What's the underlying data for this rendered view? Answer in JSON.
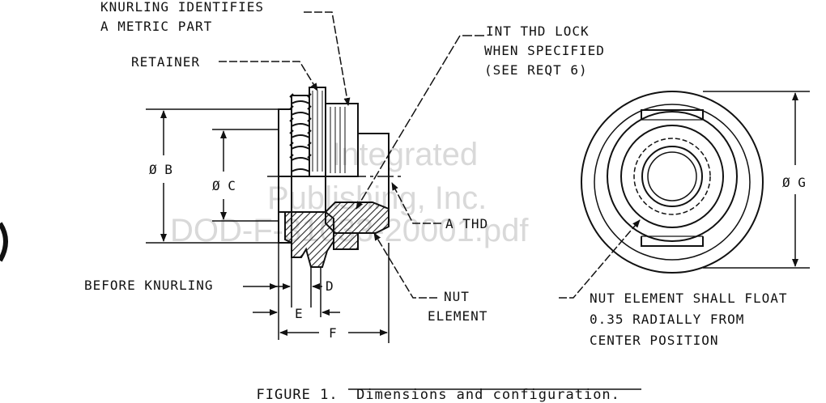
{
  "labels": {
    "knurling_line1": "KNURLING IDENTIFIES",
    "knurling_line2": "A METRIC PART",
    "retainer": "RETAINER",
    "int_thd_line1": "INT THD LOCK",
    "int_thd_line2": "WHEN SPECIFIED",
    "int_thd_line3": "(SEE REQT 6)",
    "a_thd": "A THD",
    "nut_element_line1": "NUT",
    "nut_element_line2": "ELEMENT",
    "before_knurling": "BEFORE KNURLING",
    "float_line1": "NUT ELEMENT SHALL FLOAT",
    "float_line2": "0.35 RADIALLY FROM",
    "float_line3": "CENTER POSITION"
  },
  "dimensions": {
    "b": "Ø B",
    "c": "Ø C",
    "d": "D",
    "e": "E",
    "f": "F",
    "g": "Ø G"
  },
  "caption": {
    "prefix": "FIGURE 1.",
    "text": "Dimensions and configuration."
  },
  "watermark": {
    "line1": "Integrated",
    "line2": "Publishing, Inc.",
    "line3": "DOD-F-31033-20001.pdf"
  }
}
